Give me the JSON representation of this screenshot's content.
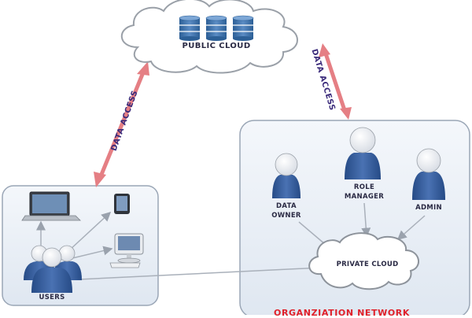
{
  "public_cloud": {
    "label": "PUBLIC CLOUD"
  },
  "private_cloud": {
    "label": "PRIVATE CLOUD"
  },
  "arrows": {
    "left_access": "DATA ACCESS",
    "right_access": "DATA ACCESS"
  },
  "users": {
    "label": "USERS"
  },
  "organization": {
    "title": "ORGANZIATION NETWORK",
    "roles": [
      {
        "label_line1": "DATA",
        "label_line2": "OWNER"
      },
      {
        "label_line1": "ROLE",
        "label_line2": "MANAGER"
      },
      {
        "label_line1": "ADMIN",
        "label_line2": ""
      }
    ]
  },
  "colors": {
    "panel_fill": "#e8eef6",
    "arrow": "#e88a8e",
    "person_body": "#2f5597"
  }
}
